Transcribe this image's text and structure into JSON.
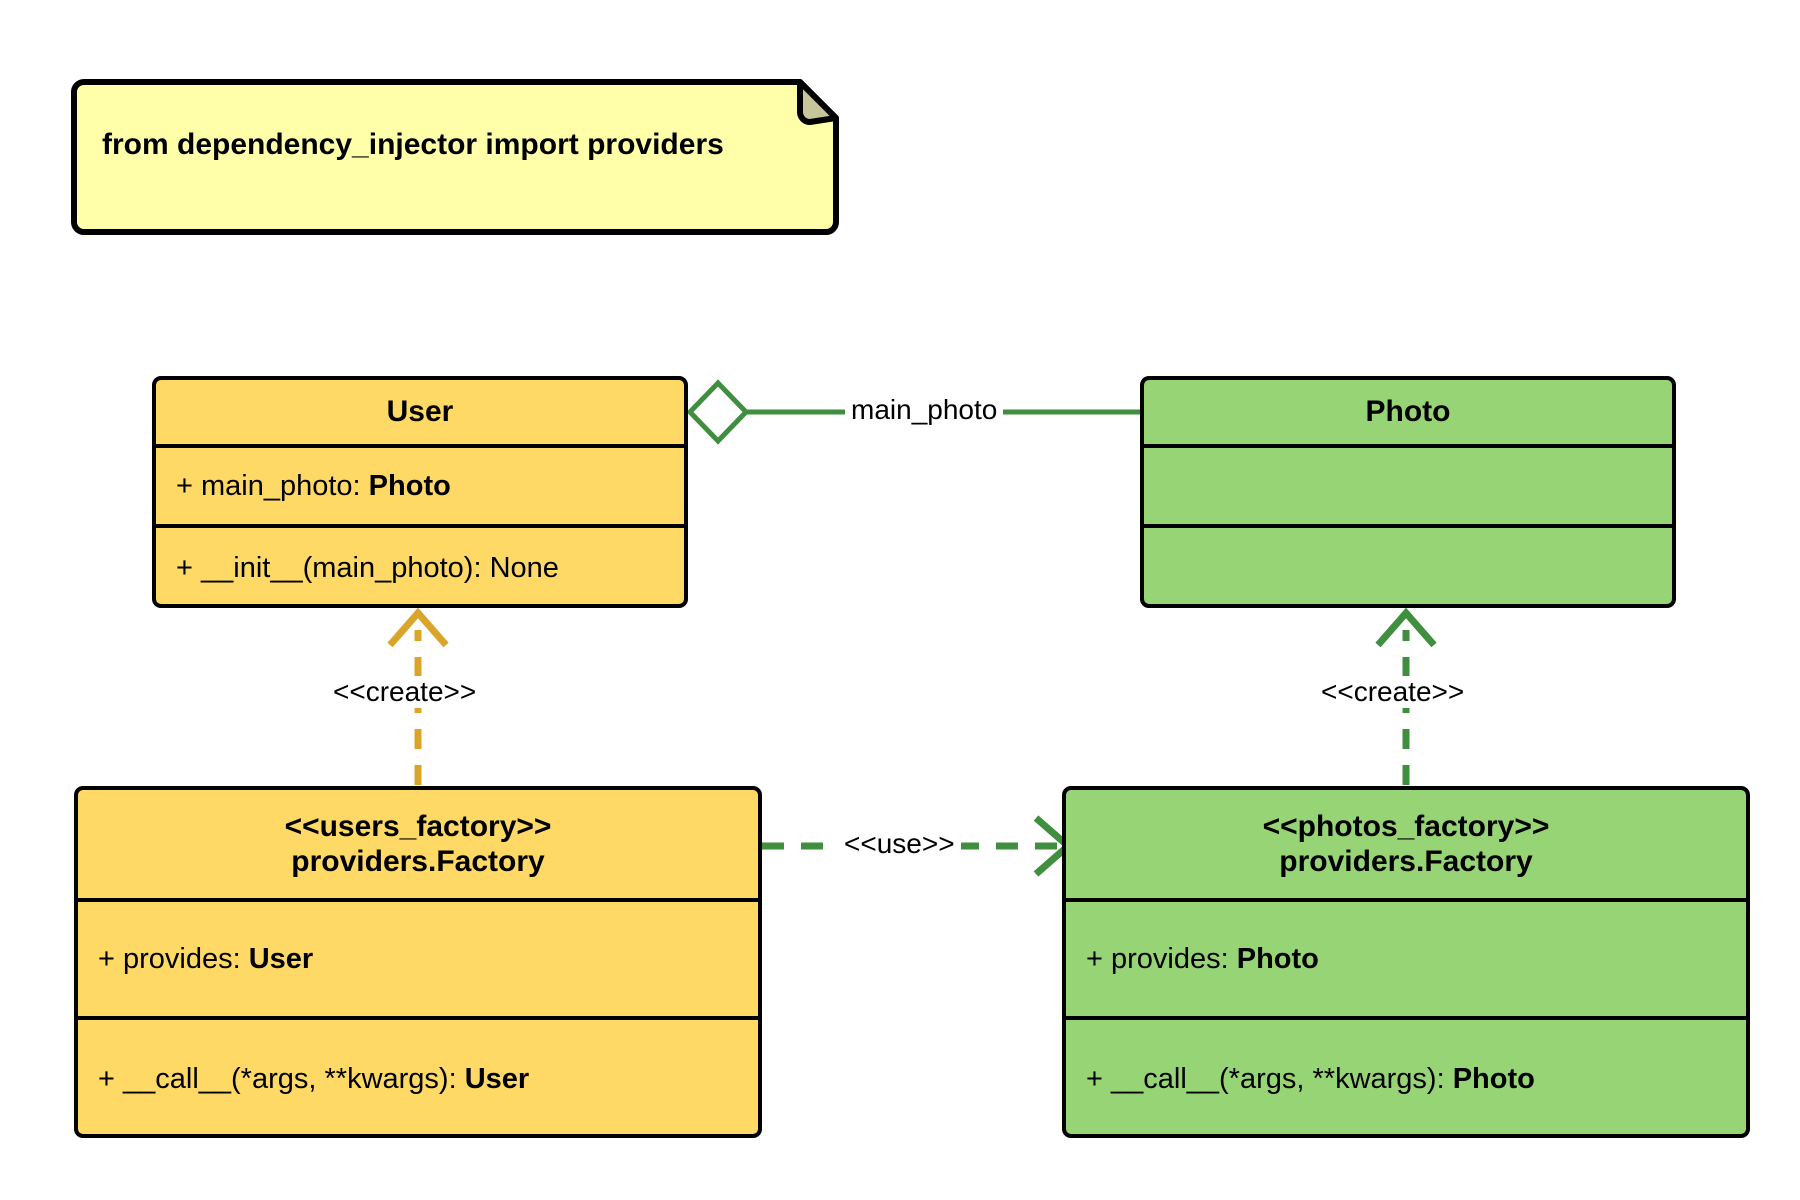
{
  "diagram": {
    "type": "uml-class-diagram",
    "background": "#ffffff",
    "colors": {
      "note_fill": "#ffffaa",
      "note_fold": "#c6c69a",
      "user_fill": "#ffd966",
      "photo_fill": "#97d475",
      "user_edge": "#d9a52b",
      "photo_edge": "#3f8f3f",
      "border": "#000000"
    }
  },
  "note": {
    "text": "from dependency_injector import providers"
  },
  "classes": {
    "user": {
      "name": "User",
      "attributes": [
        {
          "prefix": "+ main_photo: ",
          "type": "Photo"
        }
      ],
      "methods": [
        {
          "prefix": "+ __init__(main_photo): None",
          "type": ""
        }
      ]
    },
    "photo": {
      "name": "Photo",
      "attributes": [],
      "methods": []
    },
    "users_factory": {
      "stereotype": "<<users_factory>>",
      "name": "providers.Factory",
      "attributes": [
        {
          "prefix": "+ provides: ",
          "type": "User"
        }
      ],
      "methods": [
        {
          "prefix": "+ __call__(*args, **kwargs): ",
          "type": "User"
        }
      ]
    },
    "photos_factory": {
      "stereotype": "<<photos_factory>>",
      "name": "providers.Factory",
      "attributes": [
        {
          "prefix": "+ provides: ",
          "type": "Photo"
        }
      ],
      "methods": [
        {
          "prefix": "+ __call__(*args, **kwargs): ",
          "type": "Photo"
        }
      ]
    }
  },
  "edges": {
    "aggregation": {
      "label": "main_photo",
      "from": "User",
      "to": "Photo",
      "style": "solid",
      "marker": "hollow-diamond",
      "color": "#3f8f3f"
    },
    "create_user": {
      "label": "<<create>>",
      "from": "users_factory",
      "to": "User",
      "style": "dashed",
      "marker": "open-arrow",
      "color": "#d9a52b"
    },
    "create_photo": {
      "label": "<<create>>",
      "from": "photos_factory",
      "to": "Photo",
      "style": "dashed",
      "marker": "open-arrow",
      "color": "#3f8f3f"
    },
    "use": {
      "label": "<<use>>",
      "from": "users_factory",
      "to": "photos_factory",
      "style": "dashed",
      "marker": "open-arrow",
      "color": "#3f8f3f"
    }
  }
}
